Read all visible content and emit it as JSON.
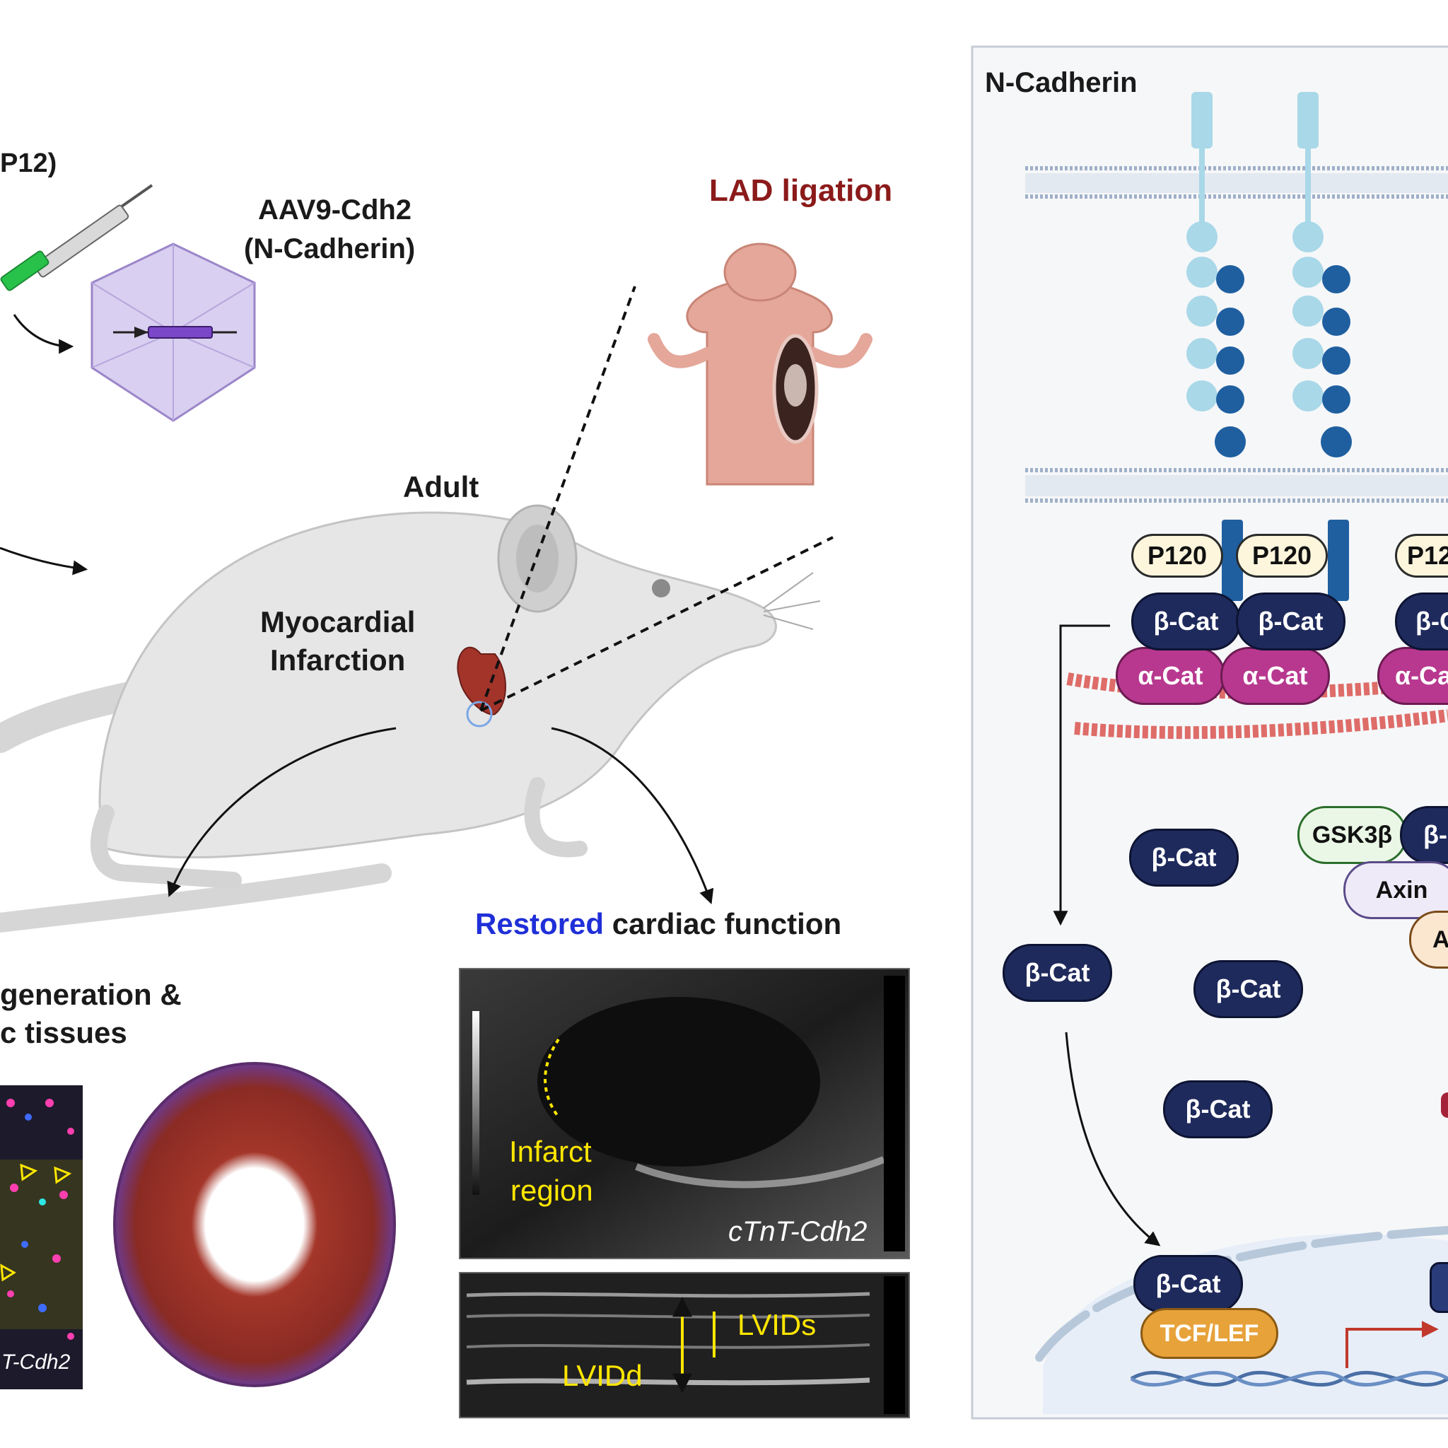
{
  "left": {
    "timepoint_fragment": "P12)",
    "vector_line1": "AAV9-Cdh2",
    "vector_line2": "(N-Cadherin)",
    "lad_label": "LAD ligation",
    "adult_label": "Adult",
    "mi_line1": "Myocardial",
    "mi_line2": "Infarction",
    "outcome_line1": "generation &",
    "outcome_line2": "c tissues",
    "micrograph_label": "T-Cdh2",
    "restored_word": "Restored",
    "restored_rest": "cardiac function",
    "infarct_line1": "Infarct",
    "infarct_line2": "region",
    "echo_label": "cTnT-Cdh2",
    "lvids": "LVIDs",
    "lvidd": "LVIDd"
  },
  "right": {
    "title": "N-Cadherin",
    "p120": "P120",
    "p120_partial": "P12",
    "bcat": "β-Cat",
    "bcat_partial": "β-C",
    "bcat_partial2": "β-",
    "acat": "α-Cat",
    "acat_partial": "α-Ca",
    "gsk": "GSK3β",
    "axin": "Axin",
    "apc_partial": "A",
    "tcf": "TCF/LEF"
  },
  "colors": {
    "lad_red": "#8b1a1a",
    "restored_blue": "#1f2fd8",
    "annotation_yellow": "#ffe600",
    "bcat_navy": "#1f2a5c",
    "acat_magenta": "#b8388f",
    "p120_cream": "#fdf6dc",
    "tcf_orange": "#e7a23a",
    "gsk_green": "#eaf7e6",
    "axin_lavender": "#eeeaf7",
    "domain_light": "#a9d8e8",
    "domain_dark": "#1f5fa0",
    "actin_red": "#d9534f"
  }
}
